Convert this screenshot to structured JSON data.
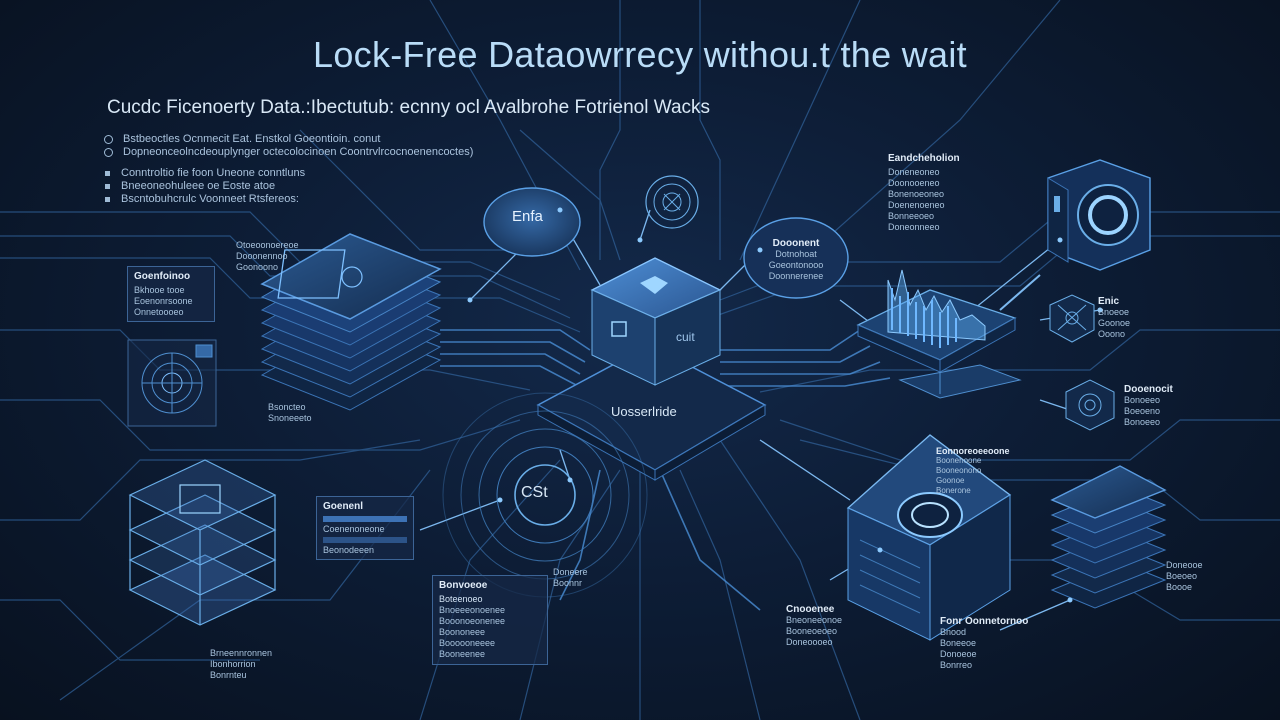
{
  "header": {
    "title": "Lock-Free Dataowrrecy withou.t the wait",
    "subtitle": "Cucdc Ficenoerty Data.:Ibectutub: ecnny ocl Avalbrohe Fotrienol Wacks"
  },
  "bullets": [
    {
      "marker": "circle",
      "text": "Bstbeoctles Ocnmecit Eat. Enstkol Goeontioin. conut"
    },
    {
      "marker": "circle",
      "text": "Dopneonceolncdeouplynger octecolocinoen Coontrvlrcocnoenencoctes)"
    },
    {
      "marker": "square",
      "text": "Conntroltio fie foon Uneone conntluns"
    },
    {
      "marker": "square",
      "text": "Bneeoneohuleee oe Eoste atoe"
    },
    {
      "marker": "square",
      "text": "Bscntobuhcrulc Voonneet Rtsfereos:"
    }
  ],
  "nodes": {
    "top_bubble_label": "Enfa",
    "core_label": "Uosserlride",
    "core_block_side": "cuit",
    "lower_ring_label": "CSt",
    "right_bubble_title": "Dooonent",
    "right_bubble_lines": [
      "Dotnohoat",
      "Goeontonooo",
      "Doonnerenee"
    ]
  },
  "panels": {
    "left_top": {
      "title": "Goenfoinoo",
      "rows": [
        "Bkhooe tooe",
        "Eoenonrsoone",
        "Onnetoooeo"
      ]
    },
    "left_mid_caption": [
      "Bsoncteo",
      "Snoneeeto"
    ],
    "stack_top_caption": [
      "Otoeoonoereoe",
      "Dooonennoo",
      "Goonoono"
    ],
    "stack_bottom_caption": [
      "Brneennronnen",
      "Ibonhorrion",
      "Bonrnteu"
    ],
    "center_left": {
      "title": "Goenenl",
      "rows": [
        "Coenenoneone",
        "Beonodeeen"
      ]
    },
    "center_bottom": {
      "title": "Bonvoeoe",
      "subtitle": "Boteenoeo",
      "rows": [
        "Bnoeeeonoenee",
        "Booonoeonenee",
        "Boononeee",
        "Boooooneeee",
        "Booneenee"
      ]
    },
    "center_bottom_tag": [
      "Doneere",
      "Boonnr"
    ],
    "chart_caption": {
      "title": "Eandcheholion",
      "rows": [
        "Doneneoneo",
        "Doonooeneo",
        "Bonenoeoneo",
        "Doenenoeneo",
        "Bonneeoeo",
        "Doneonneeo"
      ]
    },
    "right_hex_top": {
      "title": "Enic",
      "rows": [
        "Bnoeoe",
        "Goonoe",
        "Ooono"
      ]
    },
    "right_hex_mid": {
      "title": "Dooenocit",
      "rows": [
        "Bonoeeo",
        "Boeoeno",
        "Bonoeeo"
      ]
    },
    "cube_face": {
      "title": "Eonnoreoeeoone",
      "rows": [
        "Boonenoone",
        "Booneonono",
        "Goonoe",
        "Bonerone"
      ]
    },
    "cube_caption": {
      "title": "Fonr Oonnetornoo",
      "rows": [
        "Bnood",
        "Boneeoe",
        "Donoeoe",
        "Bonrreo"
      ]
    },
    "small_caption": {
      "title": "Cnooenee",
      "rows": [
        "Bneoneeonoe",
        "Booneoeoeo",
        "Doneoooeo"
      ]
    },
    "right_stack_caption": [
      "Doneooe",
      "Boeoeo",
      "Boooe"
    ]
  },
  "colors": {
    "background": "#0b1628",
    "wire": "#3f7ab8",
    "glow": "#6fb8ff",
    "panel_border": "#3c6496",
    "accent": "#5aa9f0"
  }
}
